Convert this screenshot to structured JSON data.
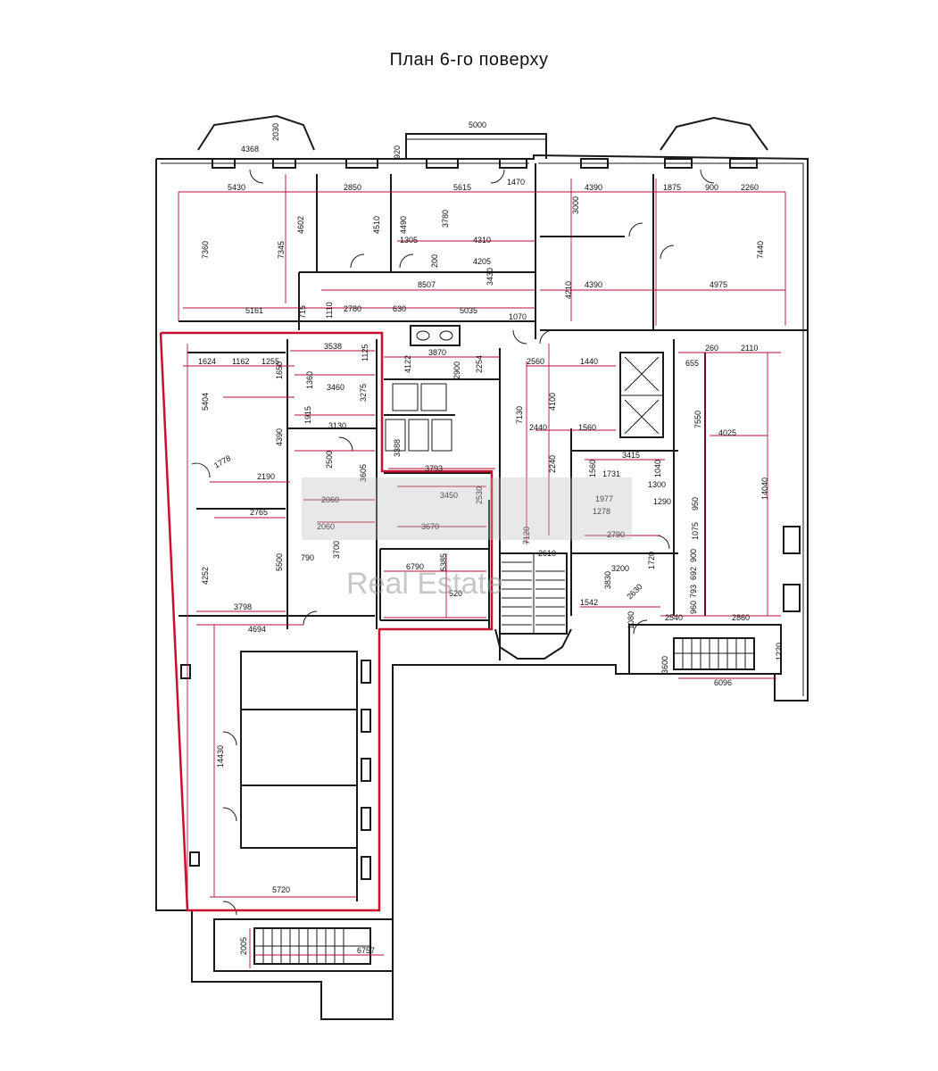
{
  "title": "План 6-го поверху",
  "watermark": "Real Estate",
  "colors": {
    "walls": "#1a1a1a",
    "dimension_lines": "#b3123a",
    "highlight_outline": "#c8102e",
    "watermark": "#9a9a9a"
  },
  "dimensions": {
    "d4368": "4368",
    "d2030": "2030",
    "d5000": "5000",
    "d920": "920",
    "d5430": "5430",
    "d2850": "2850",
    "d5615": "5615",
    "d1470": "1470",
    "d4390a": "4390",
    "d1875": "1875",
    "d900a": "900",
    "d2260": "2260",
    "d7360": "7360",
    "d7345": "7345",
    "d4602": "4602",
    "d4510": "4510",
    "d4490": "4490",
    "d3780": "3780",
    "d1305": "1305",
    "d4310": "4310",
    "d3000": "3000",
    "d7440": "7440",
    "d4205": "4205",
    "d200": "200",
    "d8507": "8507",
    "d3430": "3430",
    "d4210": "4210",
    "d4390b": "4390",
    "d4975": "4975",
    "d5161": "5161",
    "d715": "715",
    "d1110": "1110",
    "d2780": "2780",
    "d630": "630",
    "d5035": "5035",
    "d1070": "1070",
    "d3538": "3538",
    "d1125": "1125",
    "d3870": "3870",
    "d1624": "1624",
    "d1162": "1162",
    "d1255": "1255",
    "d1650": "1650",
    "d4122": "4122",
    "d2900": "2900",
    "d2254": "2254",
    "d2560": "2560",
    "d1440": "1440",
    "d260": "260",
    "d2110": "2110",
    "d655": "655",
    "d5404": "5404",
    "d1360": "1360",
    "d3460": "3460",
    "d3275": "3275",
    "d4100": "4100",
    "d7130": "7130",
    "d7550": "7550",
    "d1915": "1915",
    "d3130": "3130",
    "d2440": "2440",
    "d1560": "1560",
    "d4025": "4025",
    "d4390c": "4390",
    "d3388": "3388",
    "d1778": "1778",
    "d2500": "2500",
    "d3605": "3605",
    "d3793": "3793",
    "d2240": "2240",
    "d3415": "3415",
    "d1731": "1731",
    "d1560b": "1560",
    "d1040": "1040",
    "d1300": "1300",
    "d14040": "14040",
    "d2190": "2190",
    "d2060a": "2060",
    "d3450": "3450",
    "d2530": "2530",
    "d1977": "1977",
    "d1290": "1290",
    "d1278": "1278",
    "d950": "950",
    "d2765": "2765",
    "d2060b": "2060",
    "d3670": "3670",
    "d7120": "7120",
    "d2790": "2790",
    "d1075": "1075",
    "d4252": "4252",
    "d5500": "5500",
    "d790": "790",
    "d3700": "3700",
    "d6790": "6790",
    "d5385": "5385",
    "d2610": "2610",
    "d1720": "1720",
    "d900b": "900",
    "d3200": "3200",
    "d692": "692",
    "d793": "793",
    "d960": "960",
    "d2630": "2630",
    "d3830": "3830",
    "d520": "520",
    "d1542": "1542",
    "d3798": "3798",
    "d2540": "2540",
    "d2860": "2860",
    "d1080": "1080",
    "d4694": "4694",
    "d3600": "3600",
    "d1220": "1220",
    "d6096": "6096",
    "d14430": "14430",
    "d5720": "5720",
    "d2005": "2005",
    "d6757": "6757"
  }
}
